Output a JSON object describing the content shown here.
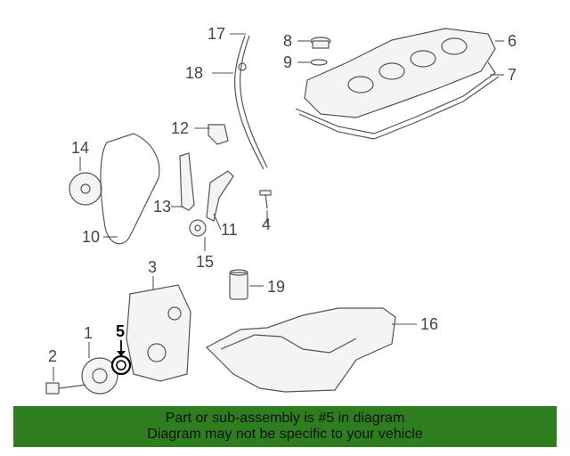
{
  "callouts": {
    "c1": "1",
    "c2": "2",
    "c3": "3",
    "c4": "4",
    "c5": "5",
    "c6": "6",
    "c7": "7",
    "c8": "8",
    "c9": "9",
    "c10": "10",
    "c11": "11",
    "c12": "12",
    "c13": "13",
    "c14": "14",
    "c15": "15",
    "c16": "16",
    "c17": "17",
    "c18": "18",
    "c19": "19"
  },
  "banner": {
    "line1": "Part or sub-assembly is #5 in diagram",
    "line2": "Diagram may not be specific to your vehicle",
    "color": "#2e7d1f"
  }
}
